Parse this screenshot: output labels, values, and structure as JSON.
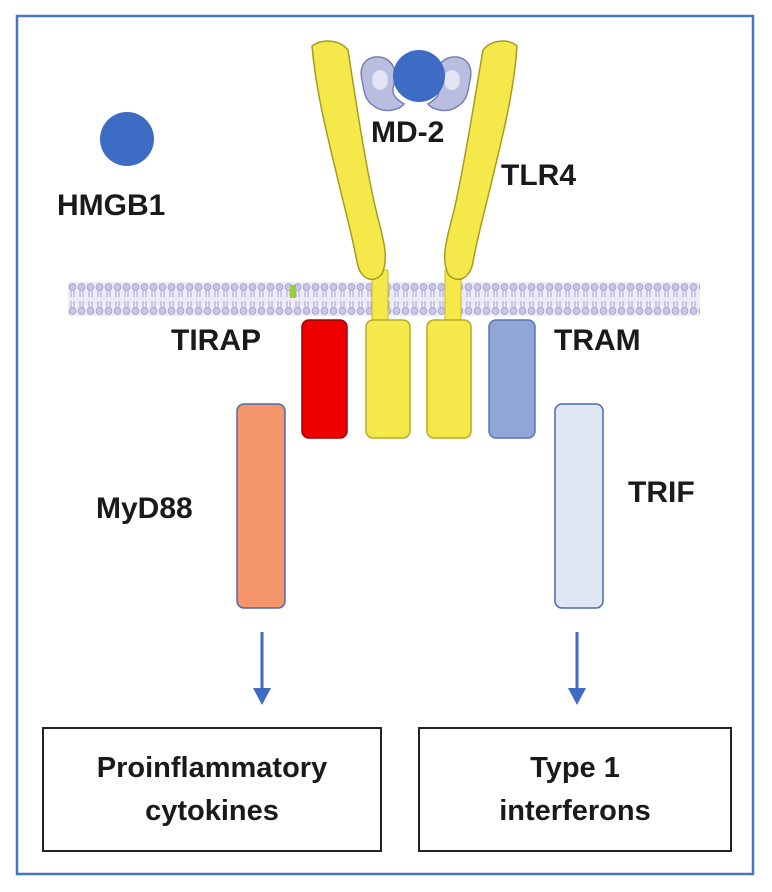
{
  "labels": {
    "hmgb1": "HMGB1",
    "md2": "MD-2",
    "tlr4": "TLR4",
    "tirap": "TIRAP",
    "tram": "TRAM",
    "myd88": "MyD88",
    "trif": "TRIF"
  },
  "outputs": {
    "left": "Proinflammatory\ncytokines",
    "right": "Type 1\ninterferons"
  },
  "colors": {
    "frame": "#4a76c0",
    "ligand": "#3e6bc4",
    "tlr4": "#f5e84a",
    "md2": "#b9bde0",
    "membrane": "#cfcdeb",
    "tirap": "#ee0000",
    "tram": "#8fa6d6",
    "myd88": "#f5956a",
    "trif": "#dfe6f4",
    "arrow": "#3e6bc4"
  }
}
